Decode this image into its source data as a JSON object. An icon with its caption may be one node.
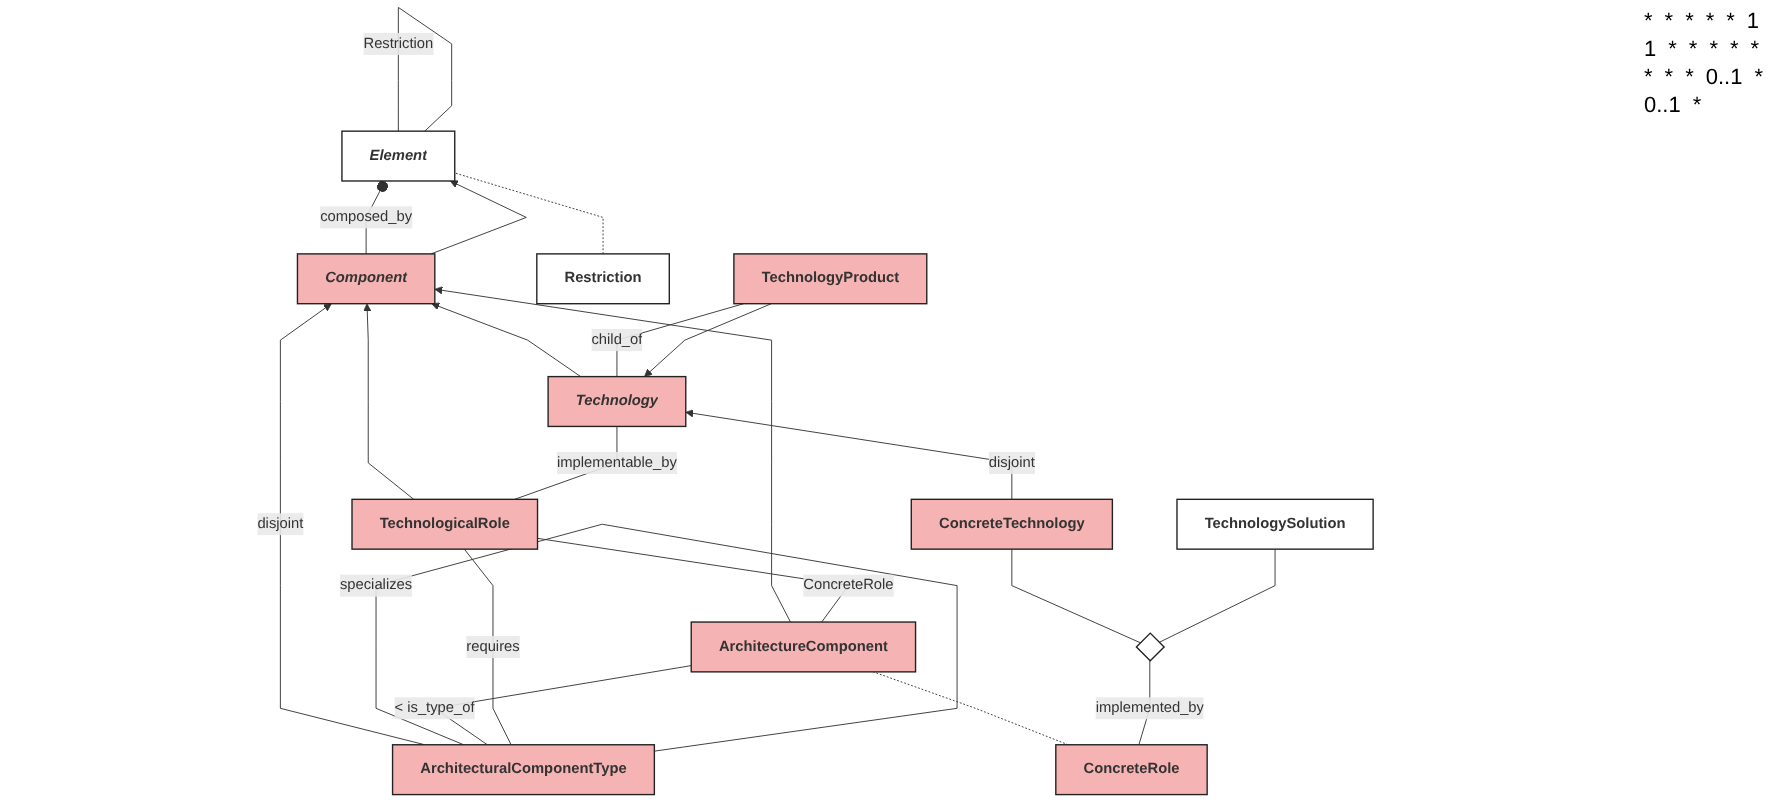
{
  "diagram": {
    "nodes": [
      {
        "text": [
          "Component"
        ]
      },
      {
        "text": [
          "Element"
        ]
      },
      {
        "text": [
          "Restriction"
        ]
      },
      {
        "text": [
          "ArchitecturalComponentType"
        ]
      },
      {
        "text": [
          "ArchitectureComponent"
        ]
      },
      {
        "text": [
          "TechnologicalRole"
        ]
      },
      {
        "text": [
          "Technology"
        ]
      },
      {
        "text": [
          "ConcreteRole"
        ]
      },
      {
        "text": [
          "ConcreteTechnology"
        ]
      },
      {
        "text": [
          "TechnologyProduct"
        ]
      },
      {
        "text": [],
        "shape": "diamond"
      },
      {
        "text": [
          "TechnologySolution"
        ]
      }
    ],
    "edges": [
      {
        "from": 0,
        "to": 1,
        "arrow": "other",
        "label": "composed_by"
      },
      {
        "from": 0,
        "to": 1,
        "arrow": "to"
      },
      {
        "from": 1,
        "to": 1,
        "arrow": "none",
        "label": "Restriction"
      },
      {
        "from": 2,
        "to": 1,
        "arrow": "none",
        "style": "dashed"
      },
      {
        "from": 3,
        "to": 0,
        "arrow": "to",
        "label": "disjoint"
      },
      {
        "from": 4,
        "to": 0,
        "arrow": "to"
      },
      {
        "from": 5,
        "to": 0,
        "arrow": "to"
      },
      {
        "from": 6,
        "to": 0,
        "arrow": "to"
      },
      {
        "from": 3,
        "to": 3,
        "arrow": "none",
        "label": "specializes"
      },
      {
        "from": 3,
        "to": 4,
        "arrow": "none",
        "label": "< is_type_of"
      },
      {
        "from": 4,
        "to": 5,
        "arrow": "none",
        "label": "ConcreteRole"
      },
      {
        "from": 7,
        "to": 4,
        "arrow": "none",
        "style": "dashed"
      },
      {
        "from": 3,
        "to": 5,
        "arrow": "none",
        "label": "requires"
      },
      {
        "from": 5,
        "to": 6,
        "arrow": "none",
        "label": "implementable_by"
      },
      {
        "from": 6,
        "to": 9,
        "arrow": "none",
        "label": "child_of"
      },
      {
        "from": 8,
        "to": 6,
        "arrow": "to",
        "label": "disjoint"
      },
      {
        "from": 9,
        "to": 6,
        "arrow": "to"
      },
      {
        "from": 7,
        "to": 10,
        "arrow": "none",
        "label": "implemented_by"
      },
      {
        "from": 10,
        "to": 8,
        "arrow": "none"
      },
      {
        "from": 10,
        "to": 11,
        "arrow": "none"
      }
    ],
    "labels": [
      "*",
      "*",
      "*",
      "*",
      "*",
      "1",
      "1",
      "*",
      "*",
      "*",
      "*",
      "*",
      "*",
      "*",
      "*",
      "0..1",
      "*",
      "0..1",
      "*"
    ]
  }
}
